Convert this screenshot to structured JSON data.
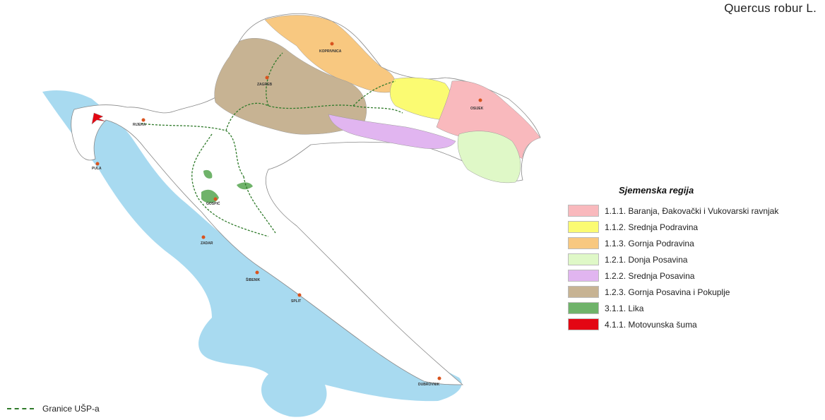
{
  "species": "Quercus robur L.",
  "legend": {
    "title": "Sjemenska regija",
    "items": [
      {
        "label": "1.1.1. Baranja, Đakovački i Vukovarski ravnjak",
        "color": "#f9b9bd"
      },
      {
        "label": "1.1.2. Srednja Podravina",
        "color": "#fbfb72"
      },
      {
        "label": "1.1.3. Gornja Podravina",
        "color": "#f8c880"
      },
      {
        "label": "1.2.1. Donja Posavina",
        "color": "#dff8c7"
      },
      {
        "label": "1.2.2. Srednja Posavina",
        "color": "#e1b5f0"
      },
      {
        "label": "1.2.3. Gornja Posavina i Pokuplje",
        "color": "#c7b393"
      },
      {
        "label": "3.1.1. Lika",
        "color": "#6fb36a"
      },
      {
        "label": "4.1.1. Motovunska šuma",
        "color": "#e30613"
      }
    ]
  },
  "border_legend": {
    "label": "Granice UŠP-a",
    "color": "#2f7a2a"
  },
  "sea_color": "#a8daf0",
  "cities": [
    "KOPRIVNICA",
    "ZAGREB",
    "OSIJEK",
    "RIJEKA",
    "PULA",
    "GOSPIĆ",
    "ZADAR",
    "ŠIBENIK",
    "SPLIT",
    "DUBROVNIK"
  ]
}
